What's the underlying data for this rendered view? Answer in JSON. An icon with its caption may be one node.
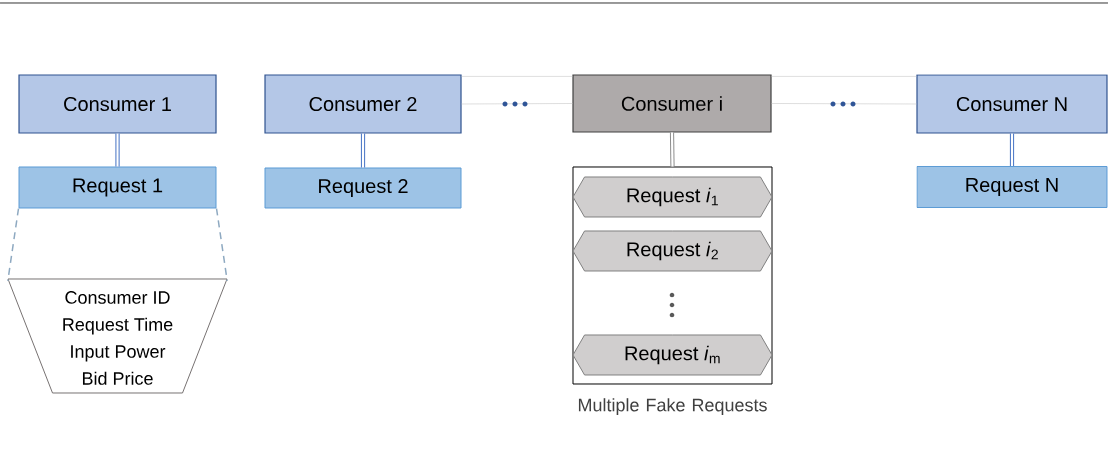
{
  "diagram": {
    "nodes": [
      {
        "text": [
          "Consumer 1"
        ]
      },
      {
        "text": [
          "Request 1"
        ]
      },
      {
        "text": [
          "Consumer ID",
          "Request Time",
          "Input Power",
          "Bid Price"
        ]
      },
      {
        "text": [
          "Consumer 2"
        ]
      },
      {
        "text": [
          "Request 2"
        ]
      },
      {
        "text": [
          "Consumer i"
        ]
      },
      {
        "text": [
          "Multiple Fake Requests"
        ]
      },
      {
        "text": [
          "Request *i*$_{1}$"
        ],
        "in": 6
      },
      {
        "text": [
          "Request *i*$_{2}$"
        ],
        "in": 6
      },
      {
        "text": [
          "Request *i*$_{m}$"
        ],
        "in": 6
      },
      {
        "text": [
          "Consumer N"
        ]
      },
      {
        "text": [
          "Request N"
        ]
      }
    ],
    "edges": [
      {
        "from": 0,
        "to": 1,
        "arrow": "none",
        "style": "thick",
        "color": "#4472c4"
      },
      {
        "from": 1,
        "to": 2,
        "arrow": "none",
        "style": "dashed",
        "color": "#8ea9c1"
      },
      {
        "from": 1,
        "to": 2,
        "arrow": "none",
        "style": "dashed",
        "color": "#8ea9c1"
      },
      {
        "from": 3,
        "to": 4,
        "arrow": "none",
        "style": "thick",
        "color": "#4472c4"
      },
      {
        "from": 3,
        "to": 5,
        "arrow": "none",
        "color": "#c8c8c8"
      },
      {
        "from": 5,
        "to": 6,
        "arrow": "none",
        "style": "thick",
        "color": "#8c8c8c"
      },
      {
        "from": 5,
        "to": 10,
        "arrow": "none",
        "color": "#c8c8c8"
      },
      {
        "from": 10,
        "to": 11,
        "arrow": "none",
        "style": "thick",
        "color": "#4472c4"
      }
    ]
  }
}
